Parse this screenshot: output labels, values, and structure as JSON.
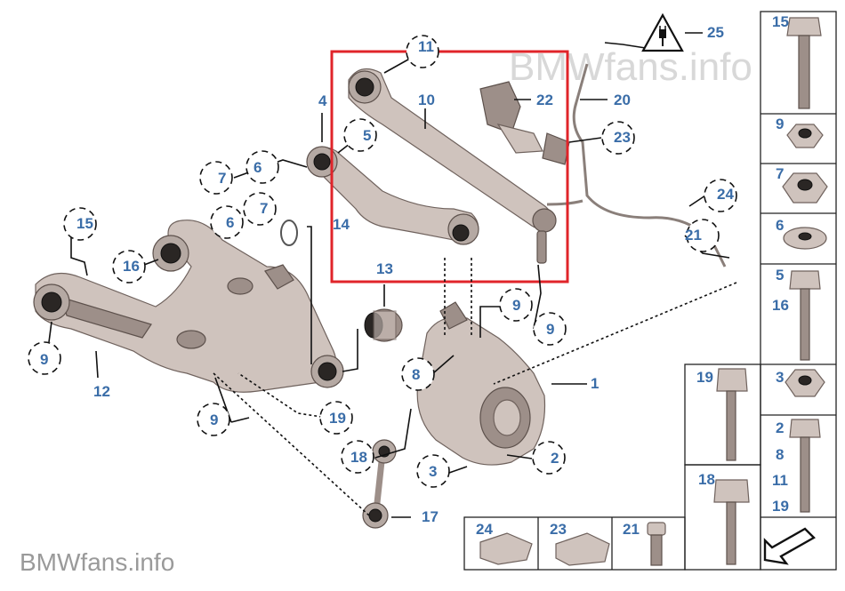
{
  "watermark": {
    "text": "BMWfans.info"
  },
  "footer_logo": {
    "brand": "BMWfans",
    "suffix": ".info"
  },
  "highlight": {
    "color": "#e0242a"
  },
  "label_color": "#3a6da8",
  "callouts": {
    "c1": "1",
    "c2": "2",
    "c3": "3",
    "c4": "4",
    "c5": "5",
    "c6a": "6",
    "c6b": "6",
    "c7a": "7",
    "c7b": "7",
    "c8": "8",
    "c9a": "9",
    "c9b": "9",
    "c9c": "9",
    "c9d": "9",
    "c10": "10",
    "c11": "11",
    "c12": "12",
    "c13": "13",
    "c14": "14",
    "c15": "15",
    "c16": "16",
    "c17": "17",
    "c18": "18",
    "c19": "19",
    "c20": "20",
    "c21": "21",
    "c22": "22",
    "c23": "23",
    "c24": "24",
    "c25": "25"
  },
  "side_panel": {
    "p15": "15",
    "p9": "9",
    "p7": "7",
    "p6": "6",
    "p5": "5",
    "p16": "16",
    "p3": "3",
    "p19": "19",
    "p2": "2",
    "p8": "8",
    "p11": "11",
    "p19b": "19",
    "p18": "18"
  },
  "bottom_panel": {
    "b24": "24",
    "b23": "23",
    "b21": "21"
  },
  "icons": {
    "warning": "electrical-warning-icon",
    "arrow": "direction-arrow-icon"
  }
}
